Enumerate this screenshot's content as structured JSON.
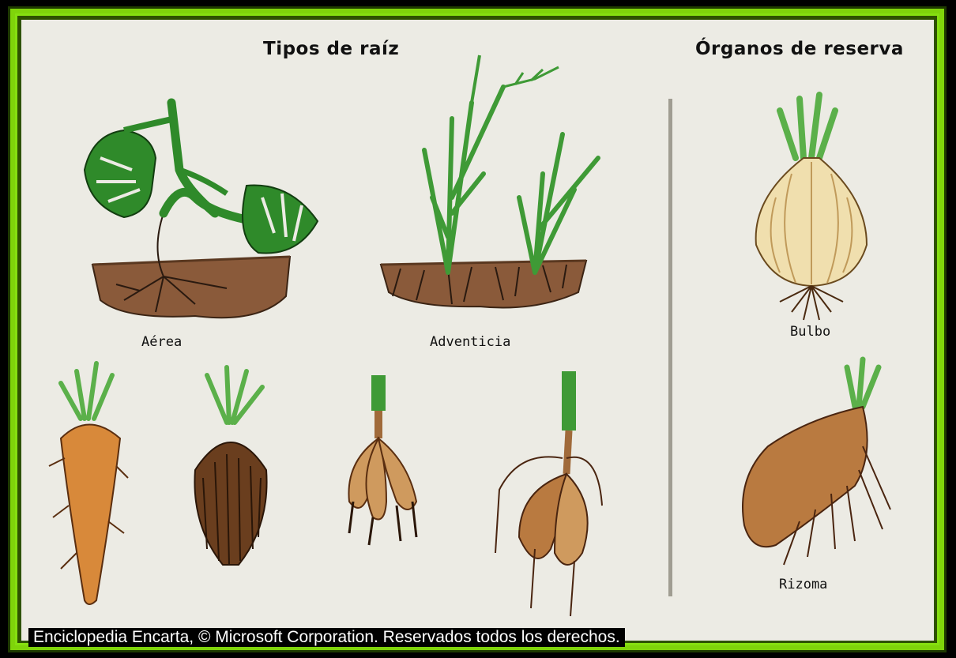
{
  "titles": {
    "root_types": "Tipos de raíz",
    "storage_organs": "Órganos de reserva"
  },
  "labels": {
    "aerea": "Aérea",
    "adventicia": "Adventicia",
    "bulbo": "Bulbo",
    "rizoma": "Rizoma"
  },
  "footer": "Enciclopedia Encarta, © Microsoft Corporation. Reservados todos los derechos.",
  "colors": {
    "frame_green": "#7fd40a",
    "background": "#ecebe4",
    "leaf_green": "#2f8a2a",
    "soil_brown": "#8a5a3a",
    "root_orange": "#d8893a",
    "tuber_tan": "#cf9a5e"
  }
}
